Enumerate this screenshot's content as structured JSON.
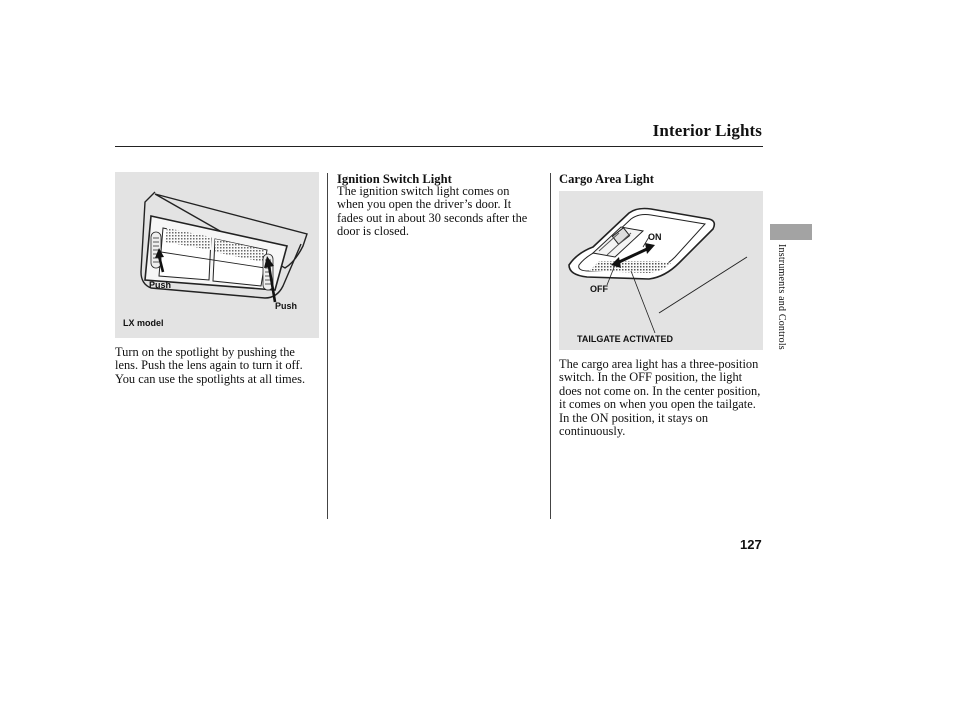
{
  "page": {
    "title": "Interior Lights",
    "side_tab_label": "Instruments and Controls",
    "page_number": "127"
  },
  "left_column": {
    "figure": {
      "push_label_left": "Push",
      "push_label_right": "Push",
      "model_label": "LX model"
    },
    "body": "Turn on the spotlight by pushing the lens. Push the lens again to turn it off. You can use the spotlights at all times."
  },
  "middle_column": {
    "heading": "Ignition Switch Light",
    "body": "The ignition switch light comes on when you open the driver’s door. It fades out in about 30 seconds after the door is closed."
  },
  "right_column": {
    "heading": "Cargo Area Light",
    "figure": {
      "on_label": "ON",
      "off_label": "OFF",
      "tailgate_label": "TAILGATE ACTIVATED"
    },
    "body": "The cargo area light has a three-position switch. In the OFF position, the light does not come on. In the center position, it comes on when you open the tailgate. In the ON position, it stays on continuously."
  }
}
